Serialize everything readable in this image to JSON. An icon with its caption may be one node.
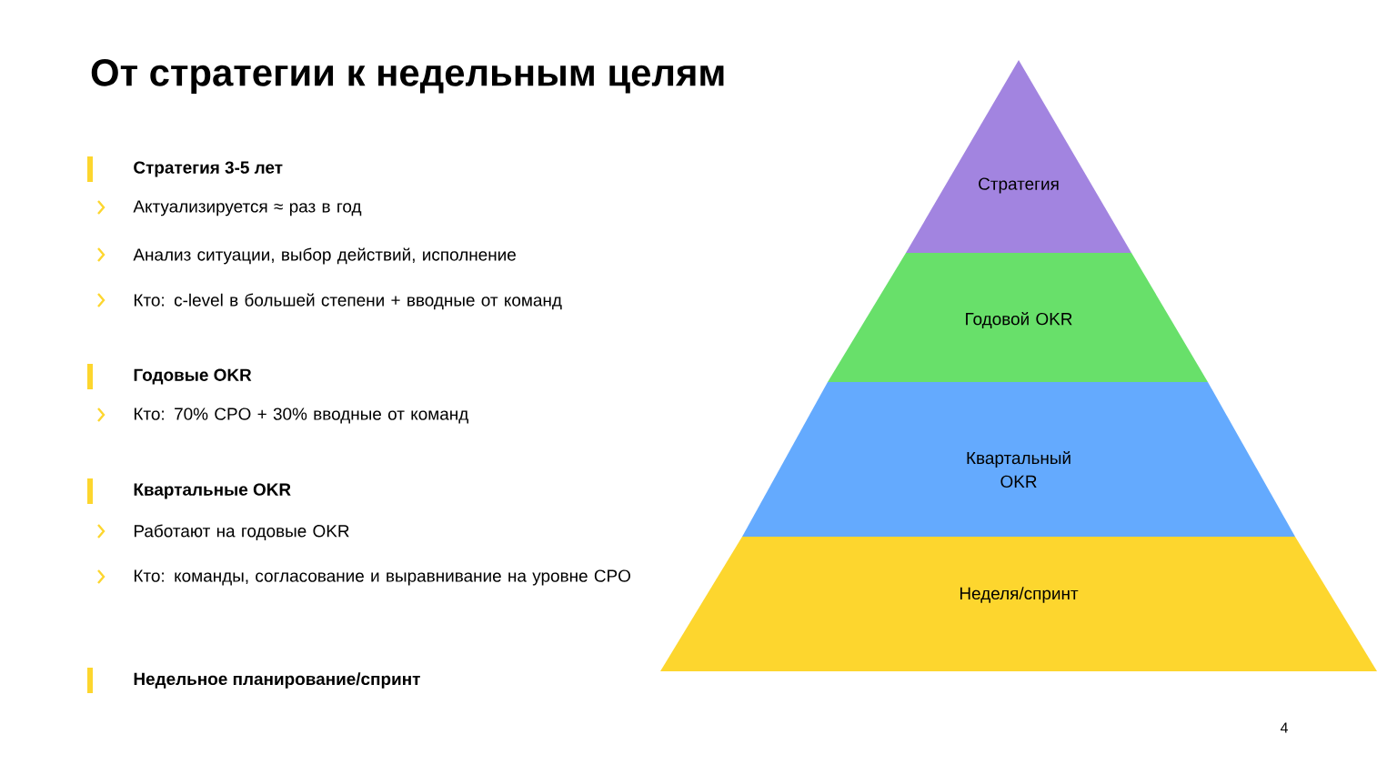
{
  "diagram": {
    "title": "От стратегии к недельным целям",
    "nodes": [
      {
        "text": [
          "Стратегия"
        ]
      },
      {
        "text": [
          "Годовой OKR"
        ]
      },
      {
        "text": [
          "Квартальный OKR"
        ]
      },
      {
        "text": [
          "Неделя/спринт"
        ]
      }
    ],
    "labels": [
      "Стратегия 3-5 лет",
      "Актуализируется ≈ раз в год",
      "Анализ ситуации, выбор действий, исполнение",
      "Кто: c-level в большей степени + вводные от команд",
      "Годовые OKR",
      "Кто: 70% CPO + 30% вводные от команд",
      "Квартальные OKR",
      "Работают на годовые OKR",
      "Кто: команды, согласование и выравнивание на уровне CPO",
      "Недельное планирование/спринт",
      "4"
    ]
  }
}
